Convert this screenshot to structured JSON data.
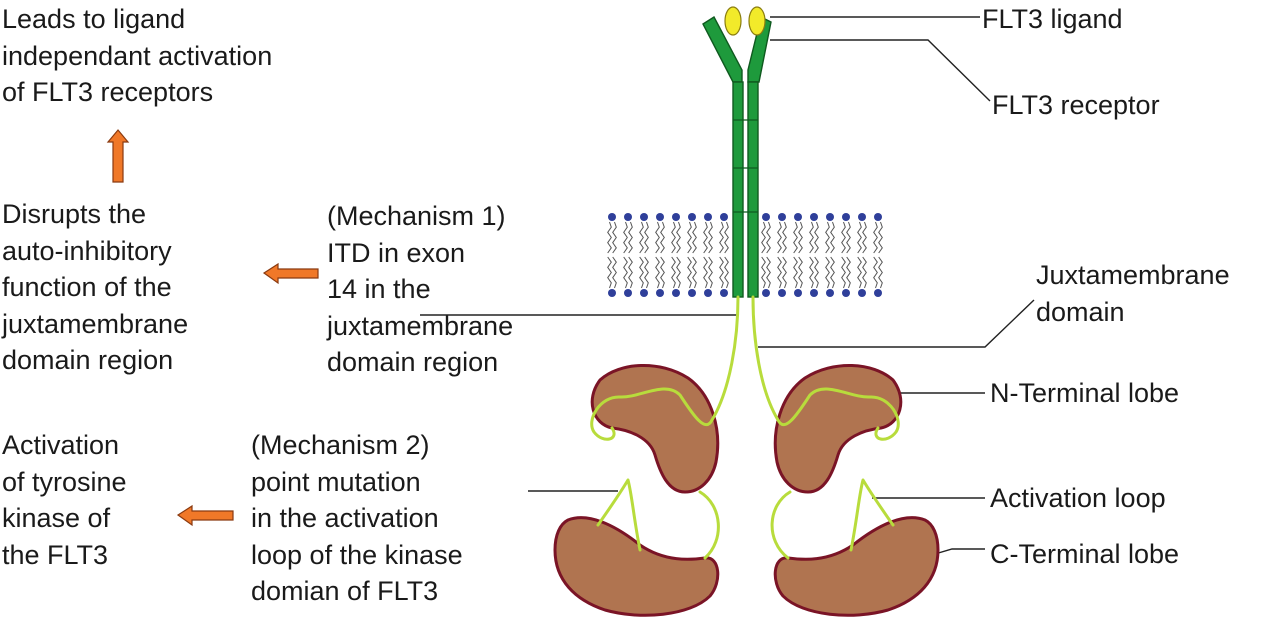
{
  "labels": {
    "ligand": "FLT3 ligand",
    "receptor": "FLT3 receptor",
    "juxtamembrane": [
      "Juxtamembrane",
      "domain"
    ],
    "n_terminal": "N-Terminal lobe",
    "activation_loop": "Activation loop",
    "c_terminal": "C-Terminal lobe"
  },
  "mechanism1": {
    "lines": [
      "(Mechanism 1)",
      "ITD in exon",
      "14 in the",
      "juxtamembrane",
      "domain region"
    ],
    "effect": [
      "Disrupts the",
      "auto-inhibitory",
      "function of the",
      "juxtamembrane",
      "domain region"
    ],
    "outcome": [
      "Leads to ligand",
      "independant activation",
      "of FLT3 receptors"
    ]
  },
  "mechanism2": {
    "lines": [
      "(Mechanism 2)",
      "point mutation",
      "in the activation",
      "loop of the kinase",
      "domian of FLT3"
    ],
    "effect": [
      "Activation",
      "of tyrosine",
      "kinase of",
      "the FLT3"
    ]
  },
  "colors": {
    "receptor_green": "#1e9a3c",
    "ligand_yellow": "#f2ea2a",
    "loop_green": "#b8dc3c",
    "lobe_fill": "#b07450",
    "lobe_outline": "#7a1426",
    "lipid_head": "#2f3f9a",
    "arrow_orange": "#f07828"
  }
}
